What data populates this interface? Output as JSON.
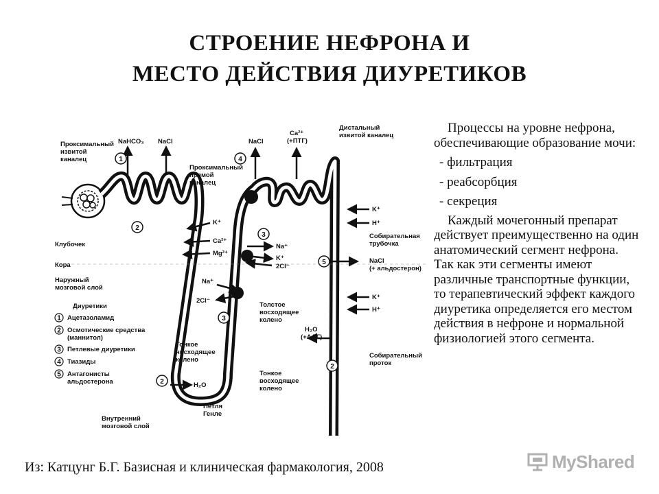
{
  "title": {
    "line1": "СТРОЕНИЕ НЕФРОНА И",
    "line2": "МЕСТО ДЕЙСТВИЯ ДИУРЕТИКОВ"
  },
  "diagram": {
    "labels": {
      "prox_tubule": [
        "Проксимальный",
        "извитой",
        "каналец"
      ],
      "glomerulus": "Клубочек",
      "cortex": "Кора",
      "outer_medulla": [
        "Наружный",
        "мозговой слой"
      ],
      "inner_medulla": [
        "Внутренний",
        "мозговой слой"
      ],
      "prox_straight": [
        "Проксимальный",
        "прямой",
        "каналец"
      ],
      "distal_tubule": [
        "Дистальный",
        "извитой каналец"
      ],
      "collecting_tubule": [
        "Собирательная",
        "трубочка"
      ],
      "collecting_duct": [
        "Собирательный",
        "проток"
      ],
      "thin_desc": [
        "Тонкое",
        "нисходящее",
        "колено"
      ],
      "thick_asc": [
        "Толстое",
        "восходящее",
        "колено"
      ],
      "thin_asc": [
        "Тонкое",
        "восходящее",
        "колено"
      ],
      "loop": [
        "Петля",
        "Генле"
      ]
    },
    "ions": {
      "nahco3": "NaHCO₃",
      "nacl": "NaCl",
      "nacl_distal": "NaCl",
      "ca_pth": [
        "Ca²⁺",
        "(+ПТГ)"
      ],
      "k": "K⁺",
      "h": "H⁺",
      "nacl_aldo": [
        "NaCl",
        "(+ альдостерон)"
      ],
      "k2": "K⁺",
      "h2": "H⁺",
      "h2o_adh": [
        "H₂O",
        "(+АДГ)"
      ],
      "h2o": "H₂O",
      "k_loop": "K⁺",
      "ca_loop": "Ca²⁺",
      "mg_loop": "Mg²⁺",
      "na_loop": "Na⁺",
      "k_loop2": "K⁺",
      "cl_loop": "2Cl⁻",
      "na_loop2": "Na⁺",
      "cl_loop2": "2Cl⁻"
    },
    "legend": {
      "title": "Диуретики",
      "items": [
        {
          "num": "1",
          "label": [
            "Ацетазоламид"
          ]
        },
        {
          "num": "2",
          "label": [
            "Осмотические средства",
            "(маннитол)"
          ]
        },
        {
          "num": "3",
          "label": [
            "Петлевые диуретики"
          ]
        },
        {
          "num": "4",
          "label": [
            "Тиазиды"
          ]
        },
        {
          "num": "5",
          "label": [
            "Антагонисты",
            "альдостерона"
          ]
        }
      ]
    },
    "sites": {
      "s1": "1",
      "s2": "2",
      "s3": "3",
      "s4": "4",
      "s5": "5"
    }
  },
  "text": {
    "intro": "Процессы на уровне нефрона, обеспечивающие образование мочи:",
    "items": [
      "- фильтрация",
      "- реабсорбция",
      "- секреция"
    ],
    "paragraph": "Каждый мочегонный препарат действует преимущественно на один анатомический сегмент нефрона. Так как эти сегменты имеют различные транспортные функции, то терапевтический эффект каждого диуретика определяется его местом действия в нефроне и нормальной физиологией этого сегмента."
  },
  "citation": "Из: Катцунг Б.Г. Базисная и клиническая фармакология, 2008",
  "watermark": "MyShared"
}
